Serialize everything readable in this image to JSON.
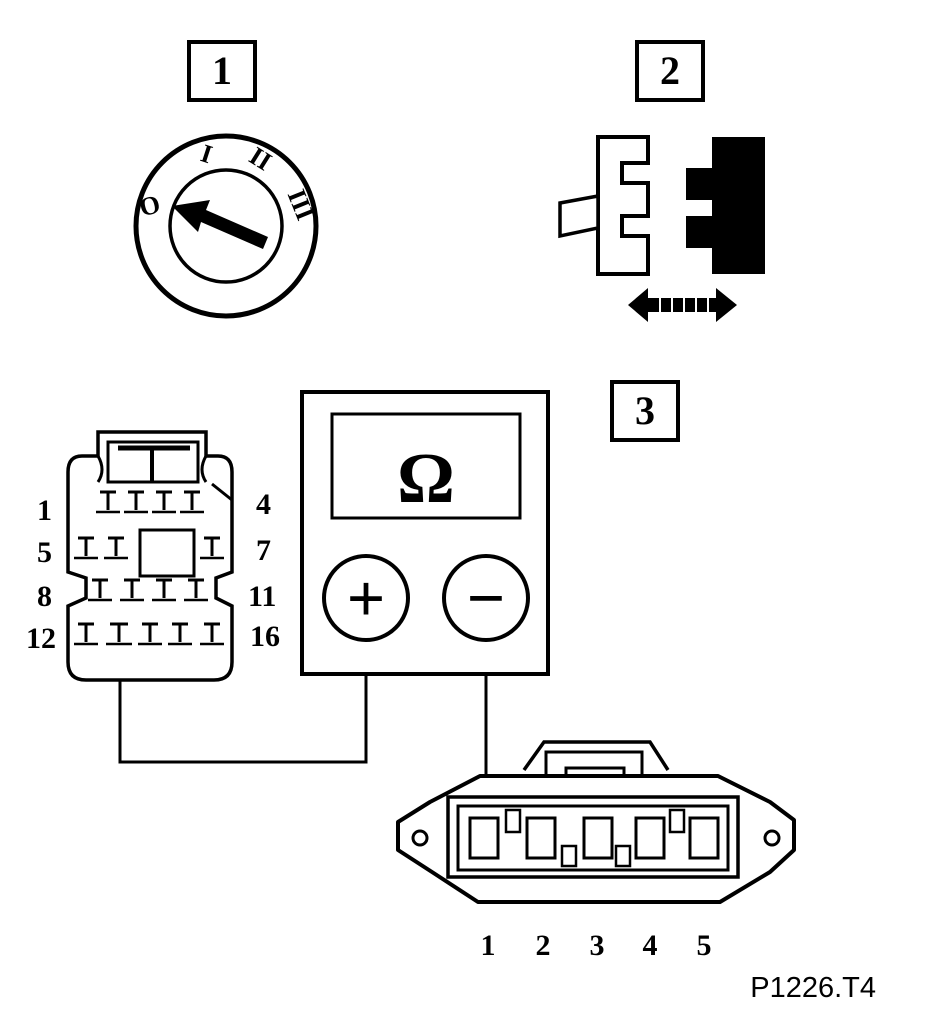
{
  "step_labels": [
    "1",
    "2",
    "3"
  ],
  "ignition_switch": {
    "positions": [
      "O",
      "I",
      "II",
      "III"
    ]
  },
  "ohmmeter": {
    "display_symbol": "Ω",
    "plus_symbol": "+",
    "minus_symbol": "−"
  },
  "connector_16pin": {
    "pin_labels_left": [
      "1",
      "5",
      "8",
      "12"
    ],
    "pin_labels_right": [
      "4",
      "7",
      "11",
      "16"
    ]
  },
  "connector_5pin": {
    "pin_labels": [
      "1",
      "2",
      "3",
      "4",
      "5"
    ]
  },
  "figure_id": "P1226.T4"
}
